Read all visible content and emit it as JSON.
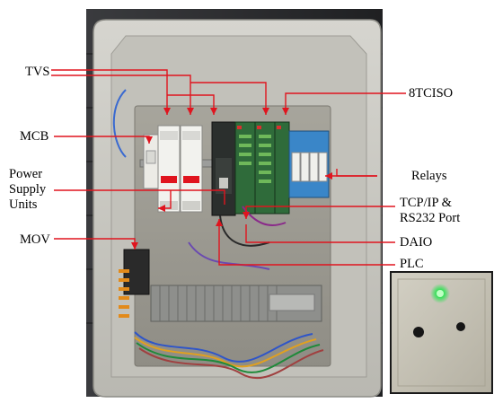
{
  "labels": {
    "tvs": "TVS",
    "mcb": "MCB",
    "psu_line1": "Power",
    "psu_line2": "Supply",
    "psu_line3": "Units",
    "mov": "MOV",
    "ttciso": "8TCISO",
    "relays": "Relays",
    "tcp_line1": "TCP/IP &",
    "tcp_line2": "RS232 Port",
    "daio": "DAIO",
    "plc": "PLC"
  },
  "colors": {
    "leader": "#e0141e",
    "enclosure": "#c8c7c1",
    "backplate": "#9a9890",
    "wall": "#2a2a2c",
    "din_module": "#f2f2ee",
    "plc_green": "#2f6b3a",
    "relay_blue": "#3a86c8",
    "terminal_grey": "#8e8f8c",
    "led_green": "#39e05a",
    "front_panel": "#c9c5b8"
  }
}
